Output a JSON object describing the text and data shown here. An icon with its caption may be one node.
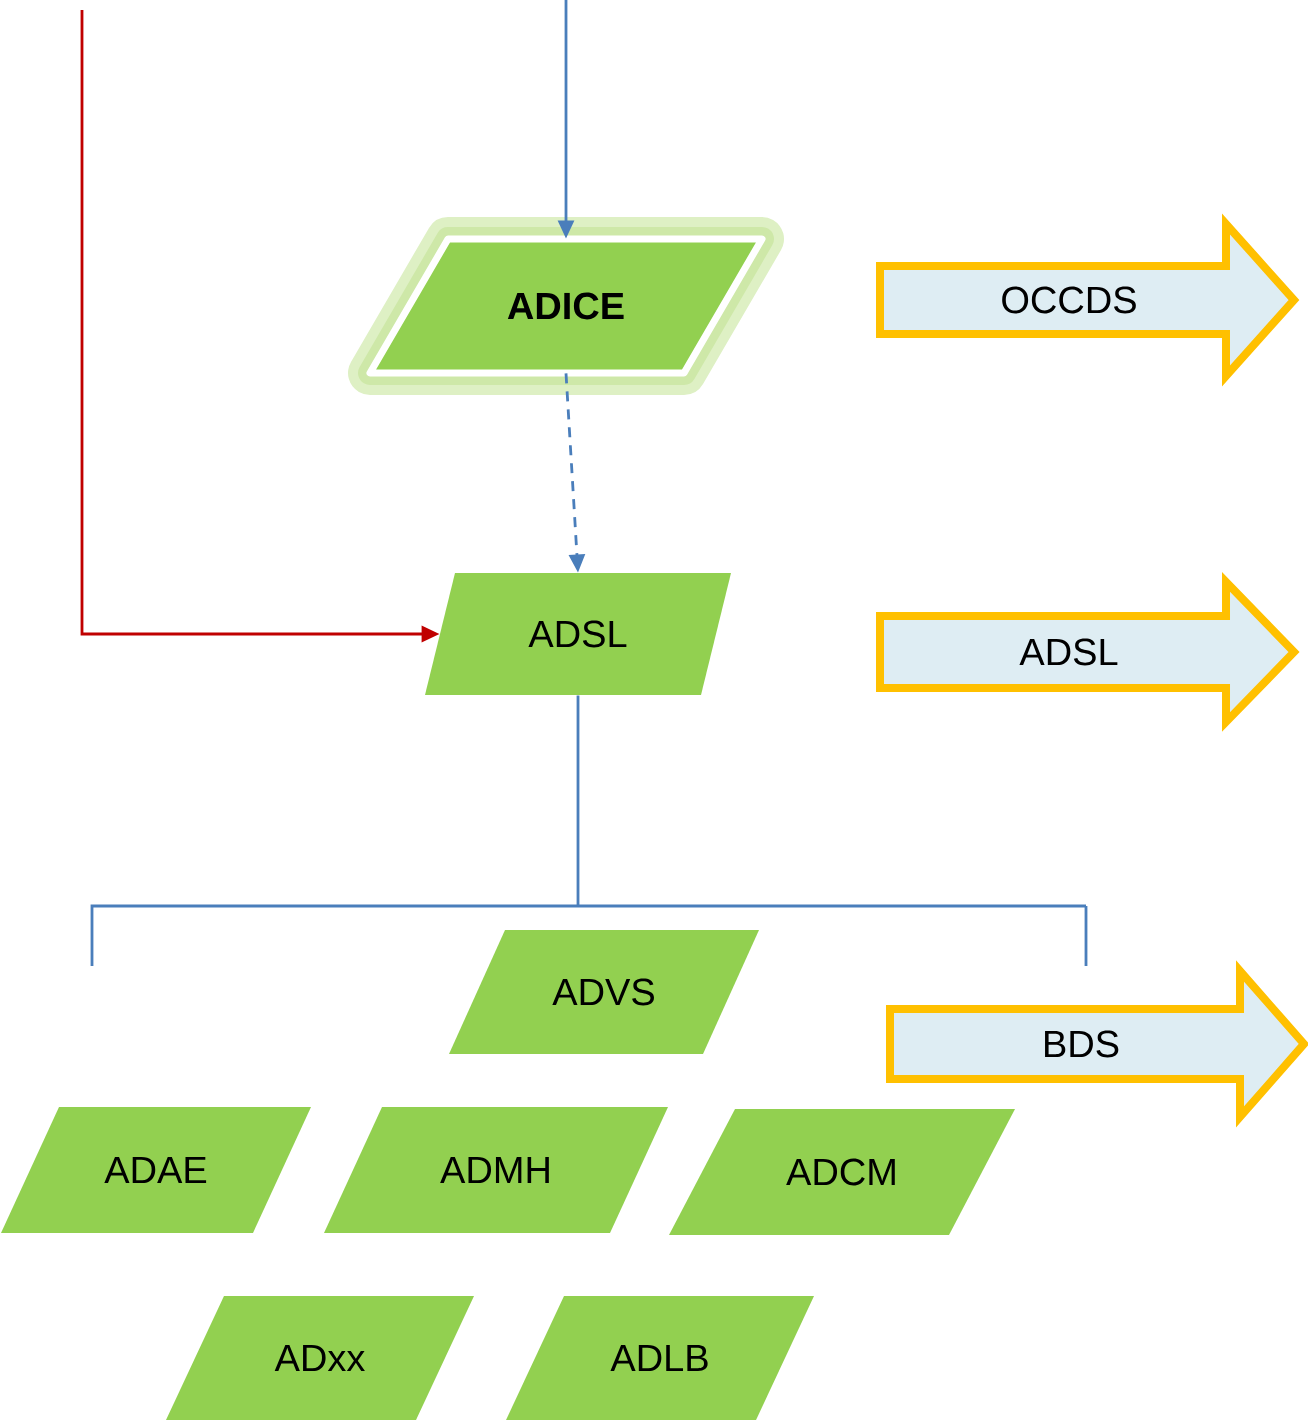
{
  "diagram": {
    "nodes": [
      {
        "text": [
          "ADICE"
        ]
      },
      {
        "text": [
          "ADSL"
        ]
      },
      {
        "text": [
          "ADVS"
        ]
      },
      {
        "text": [
          "ADAE"
        ]
      },
      {
        "text": [
          "ADMH"
        ]
      },
      {
        "text": [
          "ADCM"
        ]
      },
      {
        "text": [
          "ADxx"
        ]
      },
      {
        "text": [
          "ADLB"
        ]
      },
      {
        "text": [
          "OCCDS"
        ]
      },
      {
        "text": [
          "ADSL"
        ]
      },
      {
        "text": [
          "BDS"
        ]
      }
    ],
    "edges": [
      {
        "from": null,
        "to": 0,
        "arrow": "to"
      },
      {
        "from": 0,
        "to": 1,
        "arrow": "to",
        "style": "dashed"
      },
      {
        "from": null,
        "to": 1,
        "arrow": "to",
        "color": "#c00000"
      },
      {
        "from": 1,
        "to": null,
        "arrow": "none"
      }
    ]
  }
}
